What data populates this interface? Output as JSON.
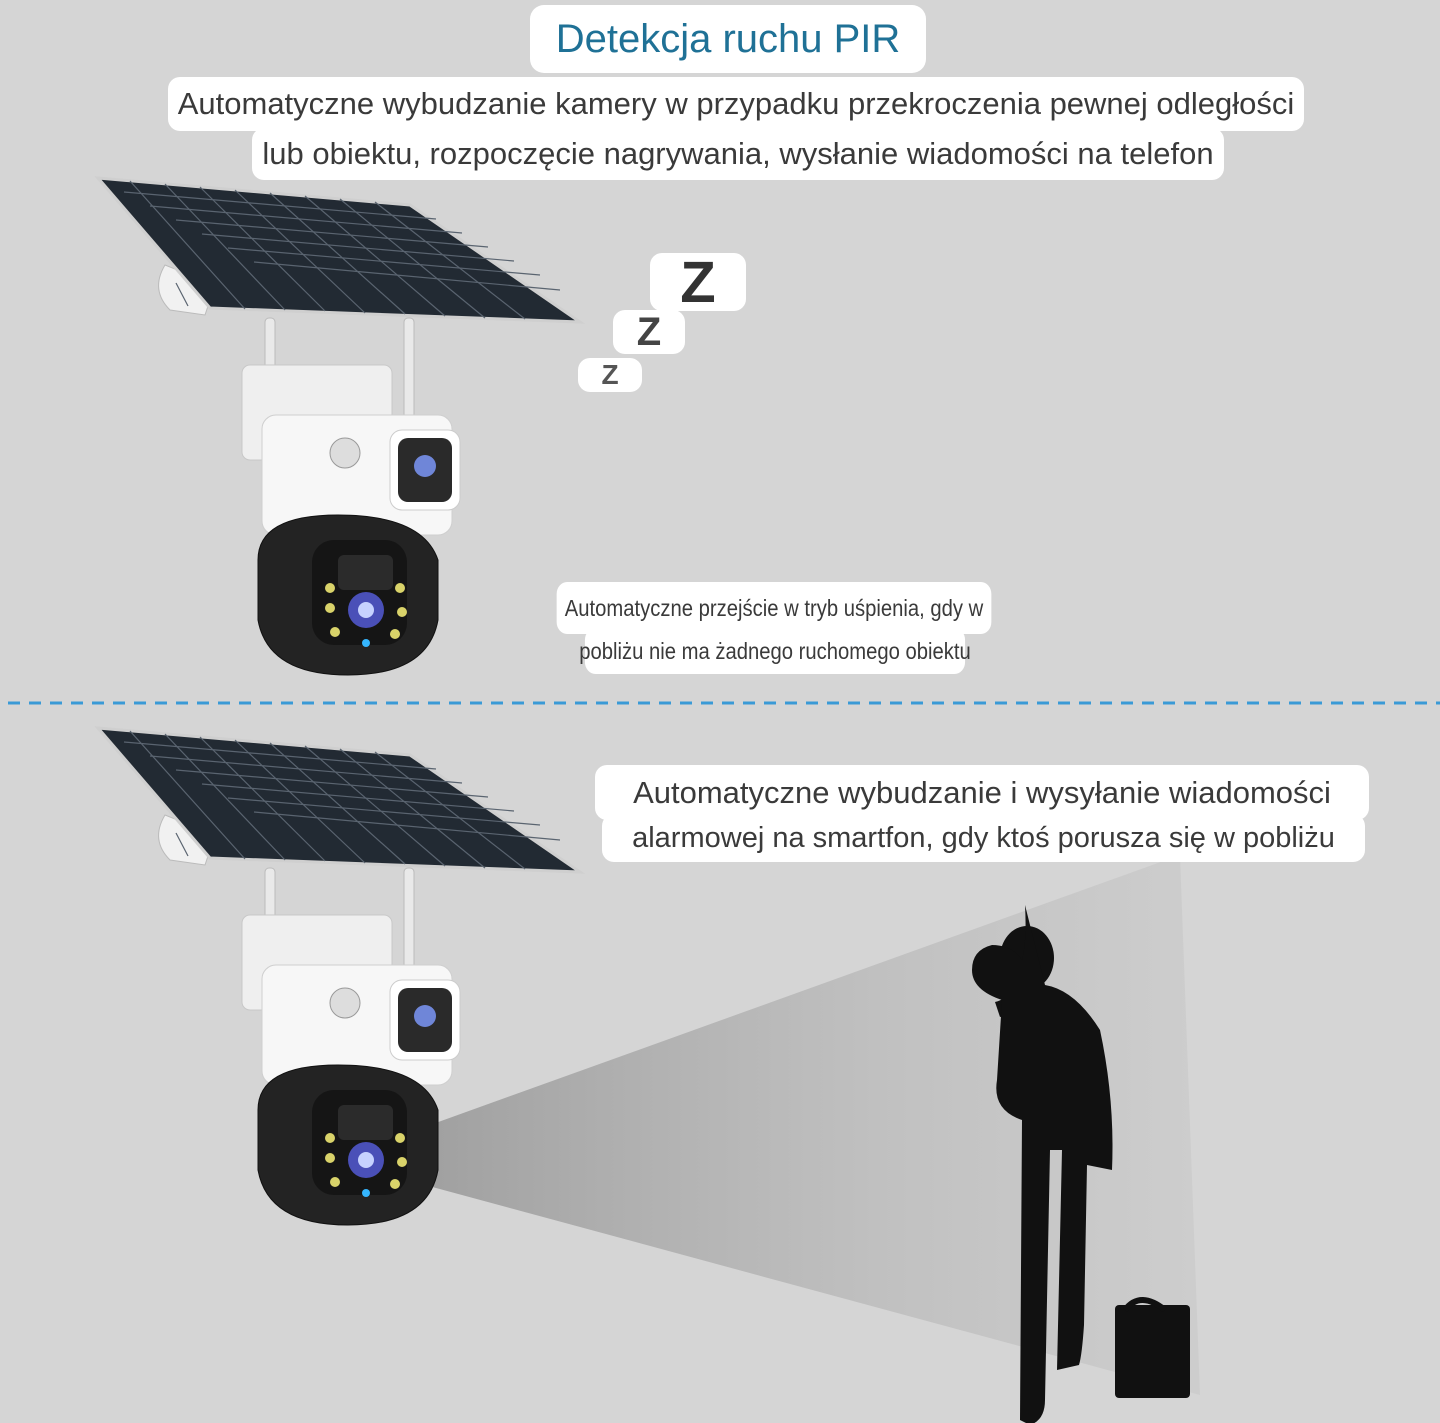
{
  "title": "Detekcja ruchu PIR",
  "header": {
    "line1": "Automatyczne wybudzanie kamery w przypadku przekroczenia pewnej odległości",
    "line2": "lub obiektu, rozpoczęcie nagrywania, wysłanie wiadomości na telefon"
  },
  "sleep_indicator": {
    "z_large": "Z",
    "z_medium": "Z",
    "z_small": "Z"
  },
  "sleep_caption": {
    "line1": "Automatyczne przejście w tryb uśpienia, gdy w",
    "line2": "pobliżu nie ma żadnego ruchomego obiektu"
  },
  "alarm_caption": {
    "line1": "Automatyczne wybudzanie i wysyłanie wiadomości",
    "line2": "alarmowej na smartfon, gdy ktoś porusza się w pobliżu"
  },
  "colors": {
    "background": "#d5d5d5",
    "title_text": "#1f7196",
    "divider": "#3a9ad6"
  },
  "icons": [
    "solar-panel-camera-icon",
    "sleep-z-icon",
    "person-silhouette-icon",
    "detection-beam-icon"
  ]
}
